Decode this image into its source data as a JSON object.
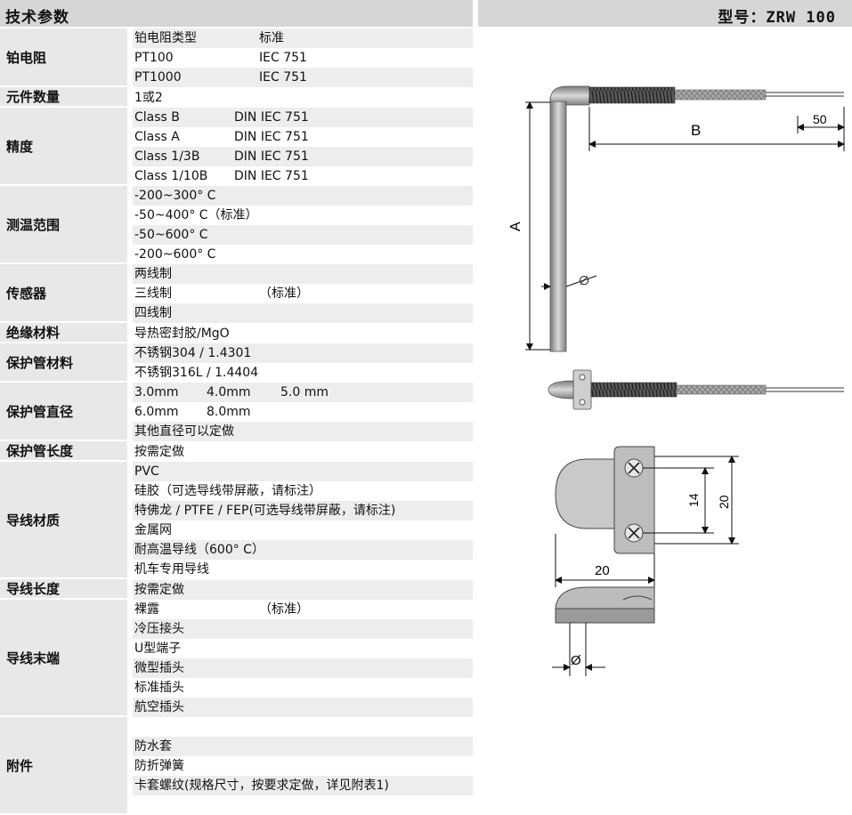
{
  "header": {
    "left_title": "技术参数",
    "right_title": "型号：ZRW 100"
  },
  "rows": [
    {
      "label": "铂电阻",
      "lines": [
        {
          "c1": "铂电阻类型",
          "c2": "标准"
        },
        {
          "c1": "PT100",
          "c2": "IEC 751"
        },
        {
          "c1": "PT1000",
          "c2": "IEC 751"
        }
      ]
    },
    {
      "label": "元件数量",
      "lines": [
        {
          "c1": "1或2"
        }
      ]
    },
    {
      "label": "精度",
      "lines": [
        {
          "c1": "Class B",
          "c2": "DIN IEC 751"
        },
        {
          "c1": "Class A",
          "c2": "DIN IEC 751"
        },
        {
          "c1": "Class 1/3B",
          "c2": "DIN IEC 751"
        },
        {
          "c1": "Class 1/10B",
          "c2": "DIN IEC 751"
        }
      ]
    },
    {
      "label": "测温范围",
      "lines": [
        {
          "c1": "-200~300° C"
        },
        {
          "c1": "-50~400° C（标准）"
        },
        {
          "c1": "-50~600° C"
        },
        {
          "c1": "-200~600° C"
        }
      ]
    },
    {
      "label": "传感器",
      "lines": [
        {
          "c1": "两线制"
        },
        {
          "c1": "三线制",
          "c2": "（标准）"
        },
        {
          "c1": "四线制"
        }
      ]
    },
    {
      "label": "绝缘材料",
      "lines": [
        {
          "c1": "导热密封胶/MgO"
        }
      ]
    },
    {
      "label": "保护管材料",
      "lines": [
        {
          "c1": "不锈钢304 / 1.4301"
        },
        {
          "c1": "不锈钢316L / 1.4404"
        }
      ]
    },
    {
      "label": "保护管直径",
      "lines": [
        {
          "c1": "3.0mm",
          "c2": "4.0mm",
          "c3": "5.0 mm"
        },
        {
          "c1": "6.0mm",
          "c2": "8.0mm"
        },
        {
          "c1": "其他直径可以定做"
        }
      ]
    },
    {
      "label": "保护管长度",
      "lines": [
        {
          "c1": "按需定做"
        }
      ]
    },
    {
      "label": "导线材质",
      "lines": [
        {
          "c1": "PVC"
        },
        {
          "c1": "硅胶（可选导线带屏蔽，请标注）"
        },
        {
          "c1": "特佛龙 / PTFE / FEP(可选导线带屏蔽，请标注)"
        },
        {
          "c1": "金属网"
        },
        {
          "c1": "耐高温导线（600° C）"
        },
        {
          "c1": "机车专用导线"
        }
      ]
    },
    {
      "label": "导线长度",
      "lines": [
        {
          "c1": "按需定做"
        }
      ]
    },
    {
      "label": "导线末端",
      "lines": [
        {
          "c1": "裸露",
          "c2": "（标准）"
        },
        {
          "c1": "冷压接头"
        },
        {
          "c1": "U型端子"
        },
        {
          "c1": "微型插头"
        },
        {
          "c1": "标准插头"
        },
        {
          "c1": "航空插头"
        }
      ]
    },
    {
      "label": "附件",
      "lines": [
        {
          "c1": ""
        },
        {
          "c1": "防水套"
        },
        {
          "c1": "防折弹簧"
        },
        {
          "c1": "卡套螺纹(规格尺寸，按要求定做，详见附表1)"
        },
        {
          "c1": ""
        }
      ]
    }
  ],
  "diagram": {
    "label_a": "A",
    "label_b": "B",
    "label_50": "50",
    "label_dia": "∅",
    "label_14": "14",
    "label_20_vert": "20",
    "label_20_horiz": "20",
    "label_dia2": "Ø"
  }
}
